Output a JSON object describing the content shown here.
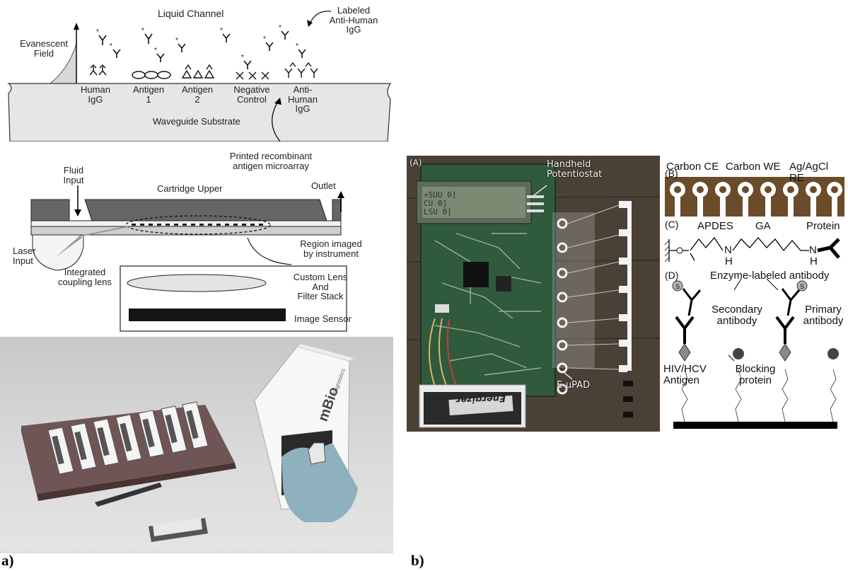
{
  "panel_a": {
    "label": "a)",
    "top": {
      "channel_title": "Liquid Channel",
      "labeled_title": "Labeled\nAnti-Human\nIgG",
      "evanescent": "Evanescent\nField",
      "substrate": "Waveguide Substrate",
      "spots": [
        "Human\nIgG",
        "Antigen\n1",
        "Antigen\n2",
        "Negative\nControl",
        "Anti-\nHuman\nIgG"
      ]
    },
    "mid": {
      "printed": "Printed recombinant\nantigen microarray",
      "fluid_input": "Fluid\nInput",
      "cartridge_upper": "Cartridge Upper",
      "outlet": "Outlet",
      "laser_input": "Laser\nInput",
      "region_imaged": "Region imaged\nby instrument",
      "coupling_lens": "Integrated\ncoupling lens",
      "custom_lens": "Custom Lens\nAnd\nFilter Stack",
      "image_sensor": "Image Sensor"
    },
    "photo": {
      "device_brand": "mBio",
      "device_sub": "Diagnostics"
    }
  },
  "panel_b": {
    "label": "b)",
    "A": {
      "tag": "(A)",
      "handheld": "Handheld\nPotentiostat",
      "lcd_lines": [
        "+SUU 0]",
        "CU 0]",
        "LSU 0]"
      ],
      "eupad": "E-μPAD",
      "battery": "Energizer"
    },
    "B": {
      "tag": "(B)",
      "labels": [
        "Carbon CE",
        "Carbon WE",
        "Ag/AgCl RE"
      ]
    },
    "C": {
      "tag": "(C)",
      "apdes": "APDES",
      "ga": "GA",
      "protein": "Protein",
      "n": "N",
      "h": "H"
    },
    "D": {
      "tag": "(D)",
      "enzyme": "Enzyme-labeled antibody",
      "secondary": "Secondary\nantibody",
      "primary": "Primary\nantibody",
      "antigen": "HIV/HCV\nAntigen",
      "blocking": "Blocking\nprotein"
    }
  }
}
